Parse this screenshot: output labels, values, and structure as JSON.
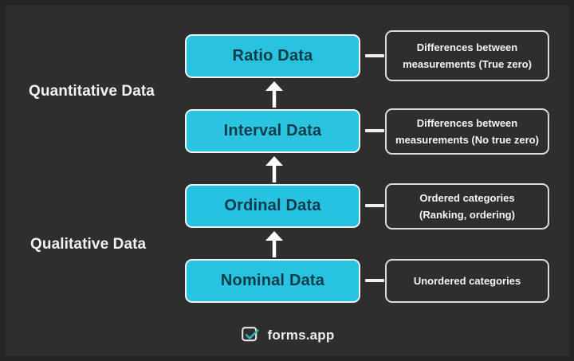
{
  "theme": {
    "background": "#2e2e2e",
    "accent_cyan": "#29C3E0",
    "box_text_color": "#0d3b4a",
    "outline": "#e8ecee",
    "text_color": "#f4f4f4"
  },
  "groups": [
    {
      "id": "quantitative",
      "label": "Quantitative Data"
    },
    {
      "id": "qualitative",
      "label": "Qualitative Data"
    }
  ],
  "levels": [
    {
      "id": "ratio",
      "label": "Ratio Data",
      "color": "#29C3E0",
      "description_lines": [
        "Differences between",
        "measurements (True zero)"
      ]
    },
    {
      "id": "interval",
      "label": "Interval Data",
      "color": "#2BC4E0",
      "description_lines": [
        "Differences between",
        "measurements (No true zero)"
      ]
    },
    {
      "id": "ordinal",
      "label": "Ordinal Data",
      "color": "#25C2E2",
      "description_lines": [
        "Ordered categories",
        "(Ranking, ordering)"
      ]
    },
    {
      "id": "nominal",
      "label": "Nominal Data",
      "color": "#28C3E1",
      "description_lines": [
        "Unordered categories"
      ]
    }
  ],
  "arrows": [
    {
      "id": "interval-to-ratio",
      "direction": "up"
    },
    {
      "id": "ordinal-to-interval",
      "direction": "up"
    },
    {
      "id": "nominal-to-ordinal",
      "direction": "up"
    }
  ],
  "brand": {
    "name": "forms.app",
    "icon": "forms-app-check-logo"
  }
}
